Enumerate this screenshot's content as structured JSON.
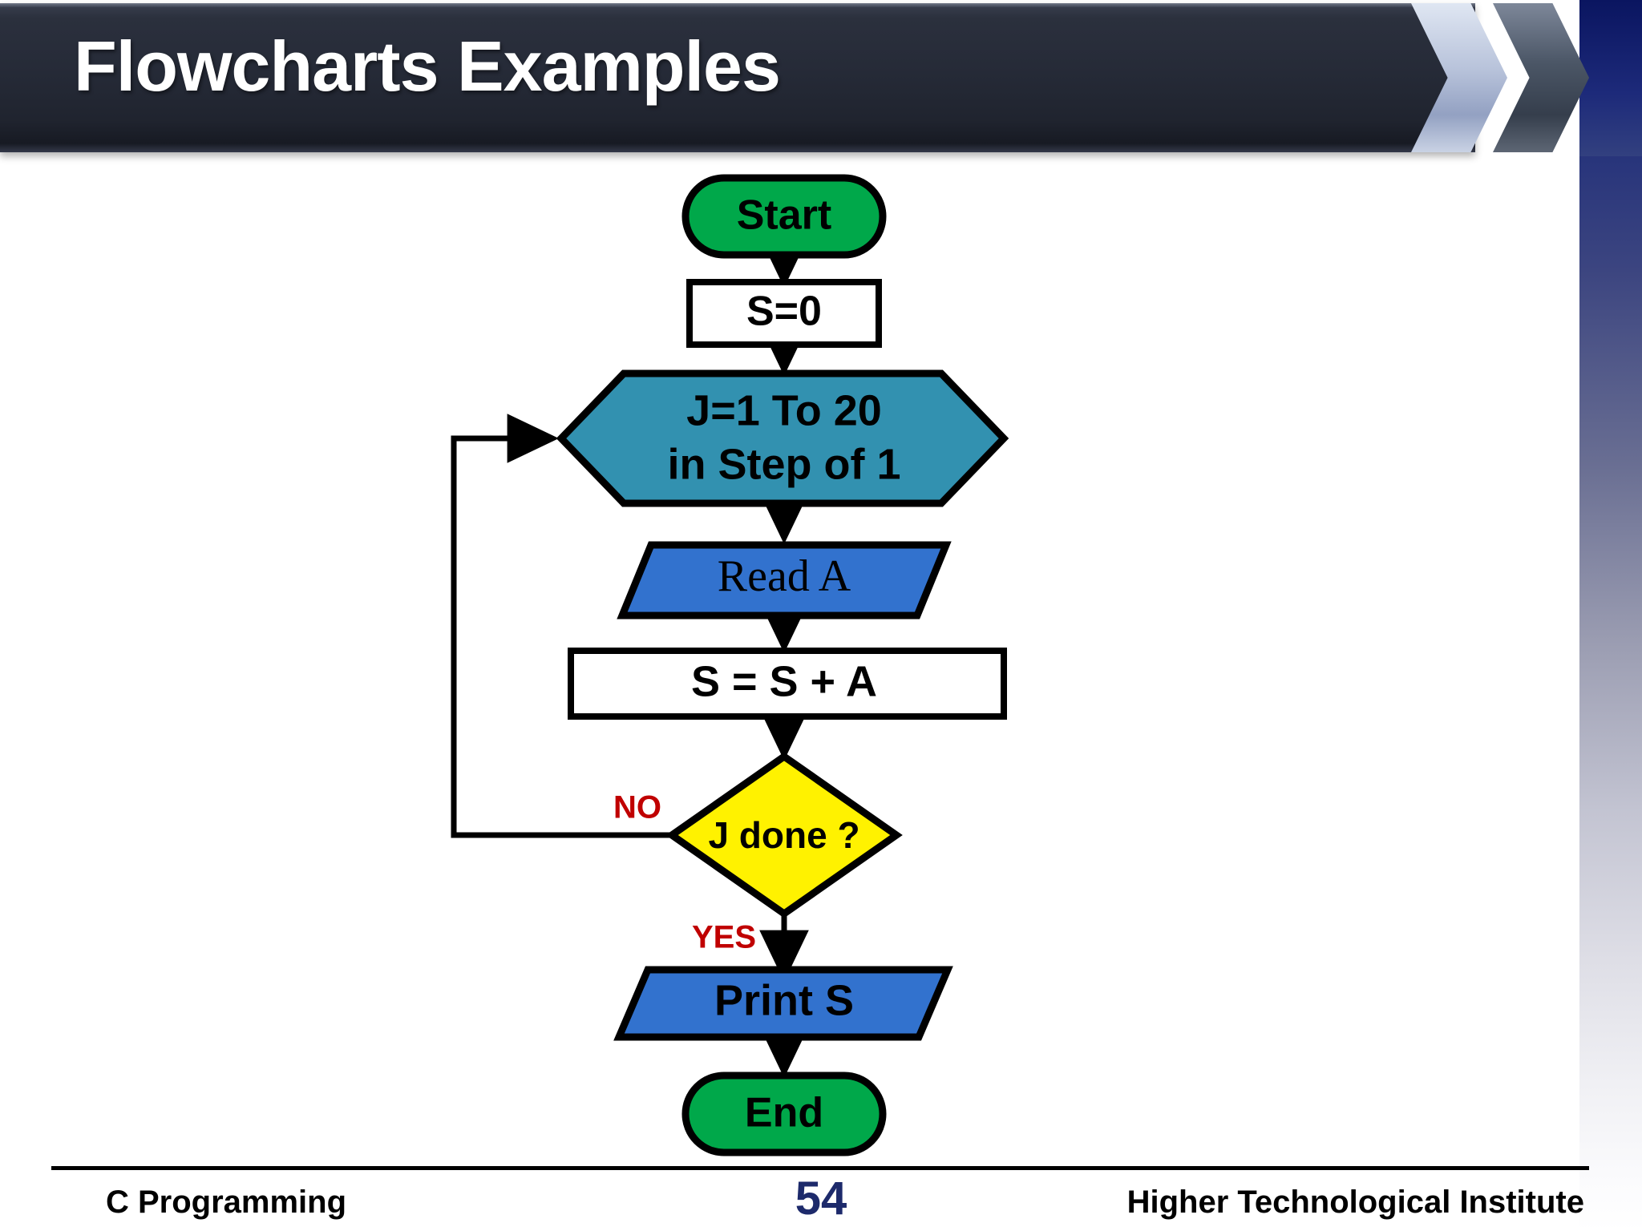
{
  "slide": {
    "title": "Flowcharts Examples",
    "banner_color": "#262B38",
    "accent_blue": "#1d2a6b"
  },
  "footer": {
    "left": "C Programming",
    "page_number": "54",
    "right": "Higher Technological Institute"
  },
  "chart_data": {
    "type": "diagram",
    "diagram_kind": "flowchart",
    "title": "Flowcharts Examples",
    "description": "Flowchart that sums 20 values read from input into S and prints the total.",
    "nodes": [
      {
        "id": "start",
        "label": "Start",
        "shape": "terminator",
        "fill": "#00A84A",
        "text_color": "#000000",
        "font": "sans-bold"
      },
      {
        "id": "init",
        "label": "S=0",
        "shape": "process",
        "fill": "#FFFFFF",
        "text_color": "#000000",
        "font": "sans-bold"
      },
      {
        "id": "loop",
        "label": "J=1 To 20|in Step of 1",
        "shape": "hexagon",
        "fill": "#3291B0",
        "text_color": "#000000",
        "font": "sans-bold"
      },
      {
        "id": "read",
        "label": "Read A",
        "shape": "parallelogram",
        "fill": "#3272CE",
        "text_color": "#000000",
        "font": "serif"
      },
      {
        "id": "accum",
        "label": "S = S + A",
        "shape": "process",
        "fill": "#FFFFFF",
        "text_color": "#000000",
        "font": "sans-bold"
      },
      {
        "id": "decide",
        "label": "J done ?",
        "shape": "decision",
        "fill": "#FFF200",
        "text_color": "#000000",
        "font": "sans-bold"
      },
      {
        "id": "print",
        "label": "Print S",
        "shape": "parallelogram",
        "fill": "#3272CE",
        "text_color": "#000000",
        "font": "sans-bold"
      },
      {
        "id": "end",
        "label": "End",
        "shape": "terminator",
        "fill": "#00A84A",
        "text_color": "#000000",
        "font": "sans-bold"
      }
    ],
    "node_lines": {
      "loop_line_1": "J=1 To 20",
      "loop_line_2": "in Step of 1"
    },
    "edges": [
      {
        "from": "start",
        "to": "init",
        "label": ""
      },
      {
        "from": "init",
        "to": "loop",
        "label": ""
      },
      {
        "from": "loop",
        "to": "read",
        "label": ""
      },
      {
        "from": "read",
        "to": "accum",
        "label": ""
      },
      {
        "from": "accum",
        "to": "decide",
        "label": ""
      },
      {
        "from": "decide",
        "to": "loop",
        "label": "NO",
        "label_color": "#C00000",
        "route": "left-loopback"
      },
      {
        "from": "decide",
        "to": "print",
        "label": "YES",
        "label_color": "#C00000",
        "route": "down"
      },
      {
        "from": "print",
        "to": "end",
        "label": ""
      }
    ],
    "edge_labels": {
      "no": "NO",
      "yes": "YES"
    },
    "label_color": "#C00000",
    "edge_color": "#000000",
    "stroke_color": "#000000"
  }
}
